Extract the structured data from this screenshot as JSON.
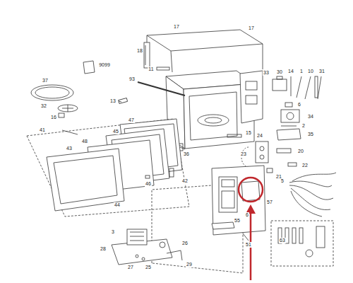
{
  "diagram": {
    "labels": [
      "17",
      "17",
      "18",
      "9099",
      "11",
      "33",
      "30",
      "14",
      "1",
      "10",
      "31",
      "37",
      "93",
      "13",
      "6",
      "32",
      "16",
      "34",
      "2",
      "47",
      "41",
      "45",
      "15",
      "35",
      "48",
      "24",
      "36",
      "43",
      "23",
      "20",
      "42",
      "22",
      "21",
      "46",
      "5",
      "44",
      "57",
      "6",
      "55",
      "3",
      "63",
      "51",
      "26",
      "28",
      "27",
      "25",
      "29"
    ]
  }
}
